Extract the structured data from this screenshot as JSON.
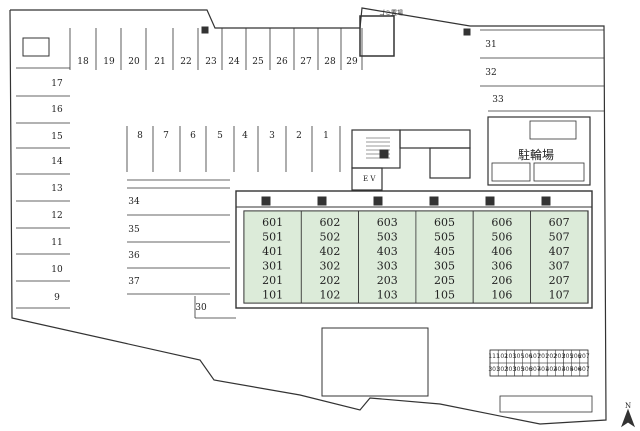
{
  "labels": {
    "trash_area": "ゴミ置場",
    "ev": "E V",
    "bike_parking": "駐輪場",
    "north": "N"
  },
  "parking": {
    "top_row": [
      "18",
      "19",
      "20",
      "21",
      "22",
      "23",
      "24",
      "25",
      "26",
      "27",
      "28",
      "29"
    ],
    "center_row": [
      "8",
      "7",
      "6",
      "5",
      "4",
      "3",
      "2",
      "1"
    ],
    "left_column": [
      "17",
      "16",
      "15",
      "14",
      "13",
      "12",
      "11",
      "10",
      "9"
    ],
    "middle_left": [
      "34",
      "35",
      "36",
      "37",
      "30"
    ],
    "right_column": [
      "31",
      "32",
      "33"
    ]
  },
  "units": {
    "columns": [
      [
        "601",
        "501",
        "401",
        "301",
        "201",
        "101"
      ],
      [
        "602",
        "502",
        "402",
        "302",
        "202",
        "102"
      ],
      [
        "603",
        "503",
        "403",
        "303",
        "203",
        "103"
      ],
      [
        "605",
        "505",
        "405",
        "305",
        "205",
        "105"
      ],
      [
        "606",
        "506",
        "406",
        "306",
        "206",
        "106"
      ],
      [
        "607",
        "507",
        "407",
        "307",
        "207",
        "107"
      ]
    ]
  },
  "mailboxes": {
    "top": [
      "111",
      "102",
      "103",
      "105",
      "106",
      "107",
      "201",
      "202",
      "203",
      "205",
      "206",
      "207"
    ],
    "bottom": [
      "301",
      "302",
      "303",
      "305",
      "306",
      "307",
      "401",
      "402",
      "403",
      "405",
      "406",
      "407"
    ]
  },
  "colors": {
    "unit_fill": "#dcebd9",
    "line": "#333333"
  }
}
